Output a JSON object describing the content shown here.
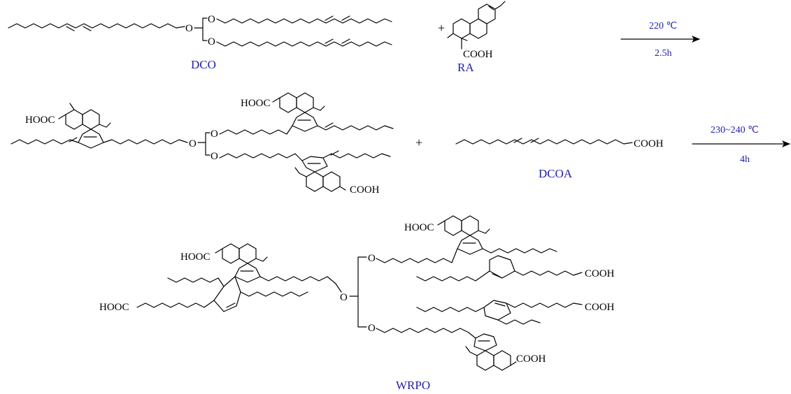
{
  "compounds": {
    "dco": "DCO",
    "ra": "RA",
    "dcoa": "DCOA",
    "wrpo": "WRPO"
  },
  "groups": {
    "cooh": "COOH",
    "hooc": "HOOC",
    "o": "O"
  },
  "operators": {
    "plus": "+"
  },
  "reactions": {
    "step1": {
      "temperature": "220 ℃",
      "time": "2.5h"
    },
    "step2": {
      "temperature": "230~240 ℃",
      "time": "4h"
    }
  },
  "colors": {
    "label": "#2020b0",
    "structure": "#000000"
  }
}
